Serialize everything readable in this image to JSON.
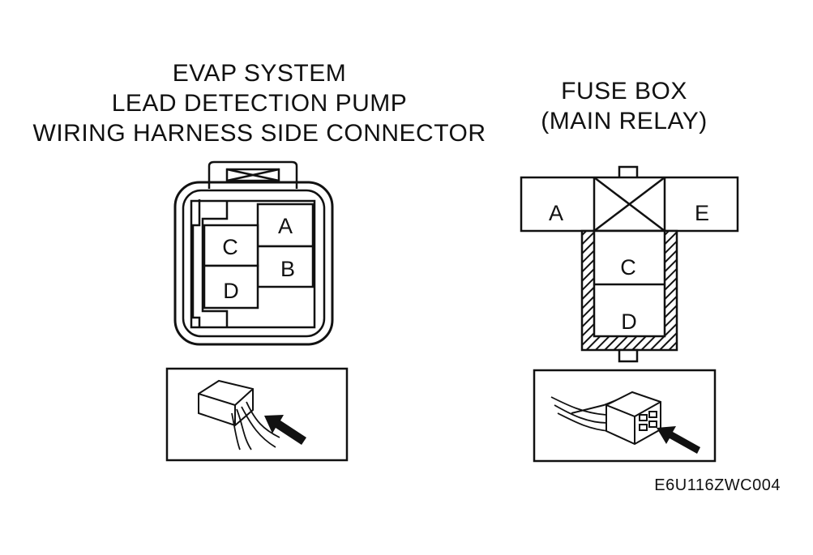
{
  "left": {
    "title_lines": [
      "EVAP SYSTEM",
      "LEAD DETECTION PUMP",
      "WIRING HARNESS SIDE CONNECTOR"
    ],
    "pins": [
      "A",
      "B",
      "C",
      "D"
    ]
  },
  "right": {
    "title_lines": [
      "FUSE BOX",
      "(MAIN RELAY)"
    ],
    "pins": [
      "A",
      "E",
      "C",
      "D"
    ]
  },
  "figure_code": "E6U116ZWC004"
}
